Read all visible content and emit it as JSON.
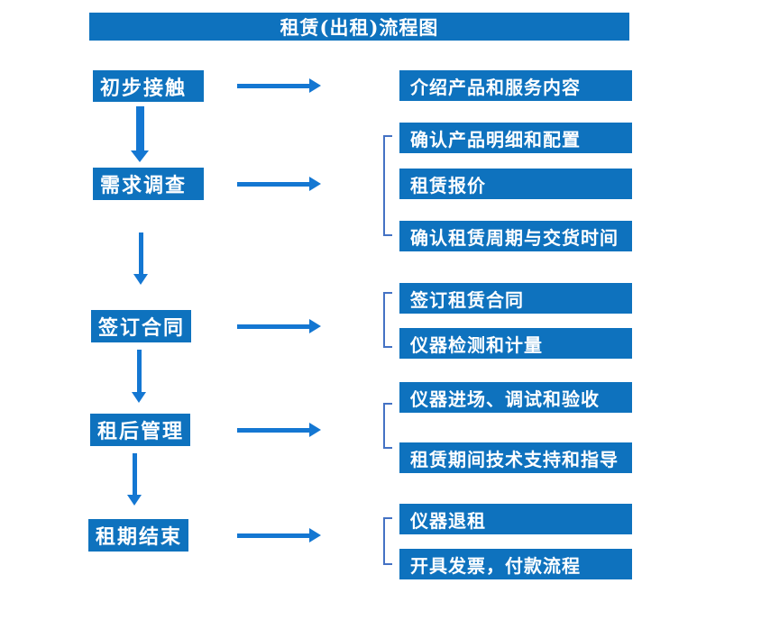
{
  "title": "租赁(出租)流程图",
  "colors": {
    "box": "#0e72be",
    "arrow": "#1477d2",
    "bracket": "#4472c4",
    "text": "#ffffff",
    "background": "#ffffff"
  },
  "stages": [
    {
      "label": "初步接触",
      "outputs": [
        "介绍产品和服务内容"
      ]
    },
    {
      "label": "需求调查",
      "outputs": [
        "确认产品明细和配置",
        "租赁报价",
        "确认租赁周期与交货时间"
      ]
    },
    {
      "label": "签订合同",
      "outputs": [
        "签订租赁合同",
        "仪器检测和计量"
      ]
    },
    {
      "label": "租后管理",
      "outputs": [
        "仪器进场、调试和验收",
        "租赁期间技术支持和指导"
      ]
    },
    {
      "label": "租期结束",
      "outputs": [
        "仪器退租",
        "开具发票，付款流程"
      ]
    }
  ]
}
